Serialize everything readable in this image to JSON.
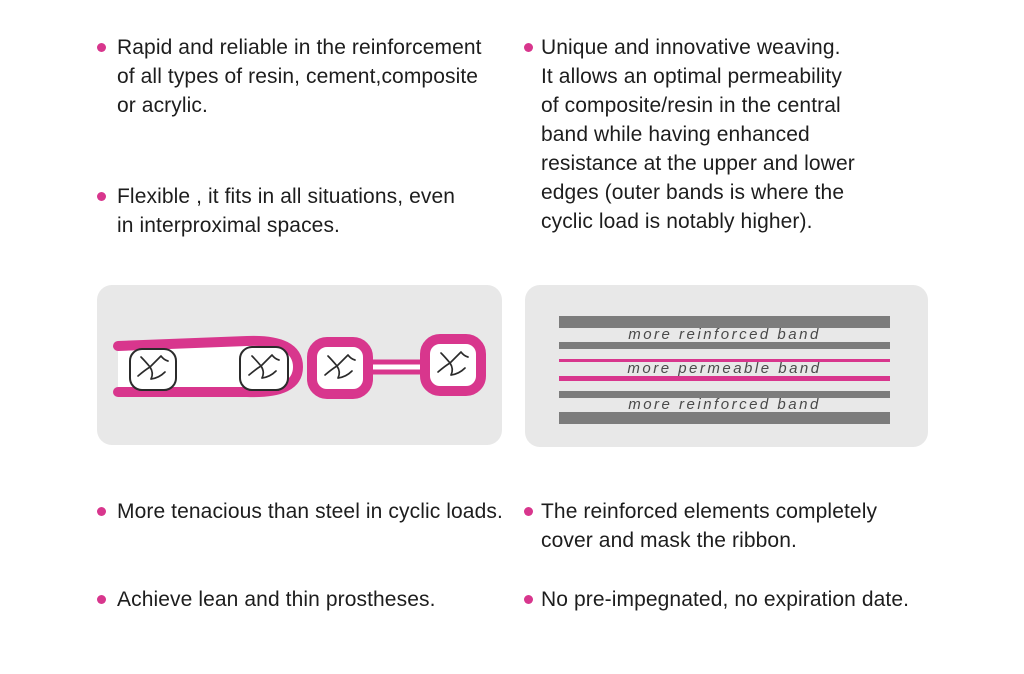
{
  "colors": {
    "accent_pink": "#D8368D",
    "panel_background": "#E8E8E8",
    "band_gray": "#7C7C7C",
    "body_text": "#1D1D1D",
    "band_label_text": "#4A4A4A"
  },
  "sections": {
    "top_left": {
      "items": [
        {
          "text": "Rapid and reliable in the reinforcement\nof all types of resin, cement,composite\nor acrylic."
        },
        {
          "text": "Flexible , it fits in all situations, even\nin interproximal spaces."
        }
      ]
    },
    "top_right": {
      "items": [
        {
          "text": "Unique and innovative weaving.\nIt allows an optimal permeability\nof composite/resin in the central\nband while having enhanced\nresistance at the upper and lower\nedges (outer bands is where the\ncyclic load is notably higher)."
        }
      ]
    },
    "bottom_left": {
      "items": [
        {
          "text": "More tenacious than steel in cyclic loads."
        },
        {
          "text": "Achieve lean and thin prostheses."
        }
      ]
    },
    "bottom_right": {
      "items": [
        {
          "text": "The reinforced elements completely\ncover and mask the ribbon."
        },
        {
          "text": "No pre-impegnated, no expiration date."
        }
      ]
    }
  },
  "weaving_diagram": {
    "band_labels": [
      "more reinforced band",
      "more permeable band",
      "more reinforced band"
    ]
  }
}
